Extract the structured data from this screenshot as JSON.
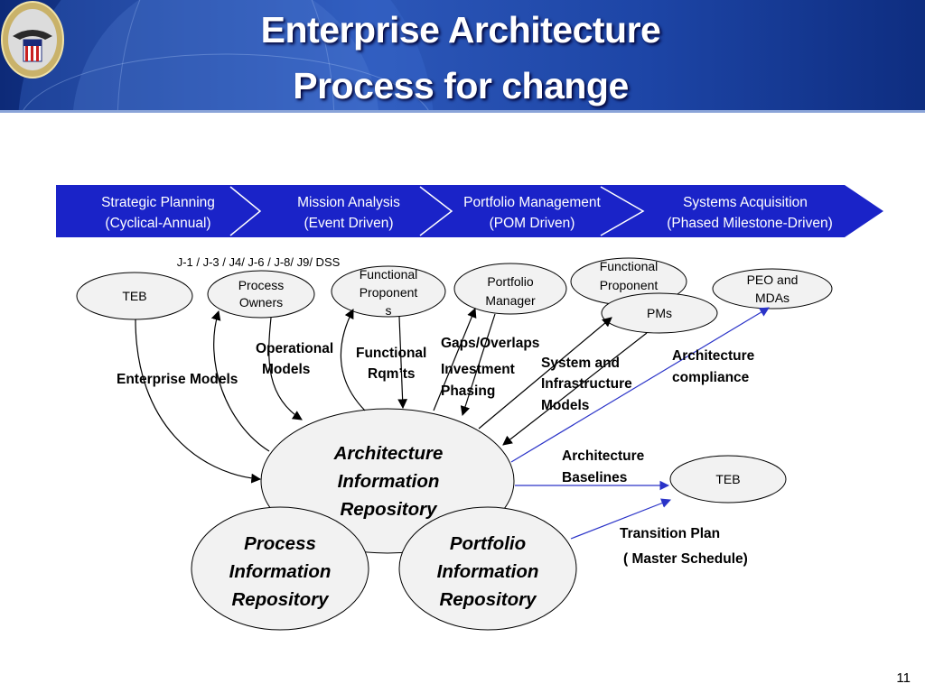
{
  "header": {
    "title_line1": "Enterprise Architecture",
    "title_line2": "Process for change"
  },
  "phases": [
    {
      "line1": "Strategic Planning",
      "line2": "(Cyclical-Annual)"
    },
    {
      "line1": "Mission Analysis",
      "line2": "(Event Driven)"
    },
    {
      "line1": "Portfolio Management",
      "line2": "(POM Driven)"
    },
    {
      "line1": "Systems Acquisition",
      "line2": "(Phased Milestone-Driven)"
    }
  ],
  "jstaff": "J-1 / J-3 / J4/ J-6 / J-8/ J9/ DSS",
  "nodes": {
    "teb_top": "TEB",
    "process_owners": [
      "Process",
      "Owners"
    ],
    "functional_proponents": [
      "Functional",
      "Proponent",
      "s"
    ],
    "portfolio_manager": [
      "Portfolio",
      "Manager"
    ],
    "functional_proponent": [
      "Functional",
      "Proponent"
    ],
    "pms": "PMs",
    "peo_mdas": [
      "PEO and",
      "MDAs"
    ],
    "teb_right": "TEB"
  },
  "repositories": {
    "architecture": [
      "Architecture",
      "Information",
      "Repository"
    ],
    "process": [
      "Process",
      "Information",
      "Repository"
    ],
    "portfolio": [
      "Portfolio",
      "Information",
      "Repository"
    ]
  },
  "labels": {
    "enterprise_models": "Enterprise Models",
    "operational_models": [
      "Operational",
      "Models"
    ],
    "functional_rqmts": [
      "Functional",
      "Rqm’ts"
    ],
    "gaps_overlaps": "Gaps/Overlaps",
    "investment_phasing": [
      "Investment",
      "Phasing"
    ],
    "system_infra_models": [
      "System and",
      "Infrastructure",
      "Models"
    ],
    "architecture_compliance": [
      "Architecture",
      "compliance"
    ],
    "architecture_baselines": [
      "Architecture",
      "Baselines"
    ],
    "transition_plan": "Transition Plan",
    "master_schedule": "( Master Schedule)"
  },
  "page_number": "11",
  "colors": {
    "band": "#1a23c8",
    "arrow_blue": "#2a33c8",
    "node_fill": "#f2f2f2"
  }
}
